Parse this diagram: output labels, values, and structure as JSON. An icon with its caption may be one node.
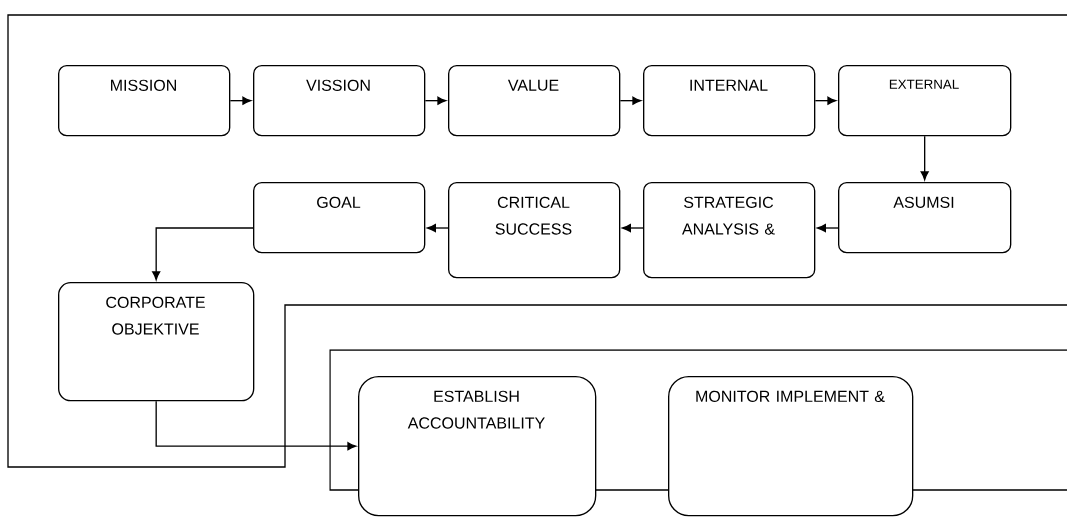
{
  "diagram": {
    "nodes": [
      {
        "text": [
          "MISSION"
        ]
      },
      {
        "text": [
          "VISSION"
        ]
      },
      {
        "text": [
          "VALUE"
        ]
      },
      {
        "text": [
          "INTERNAL"
        ]
      },
      {
        "text": [
          "EXTERNAL"
        ]
      },
      {
        "text": [
          "ASUMSI"
        ]
      },
      {
        "text": [
          "STRATEGIC ANALYSIS &"
        ]
      },
      {
        "text": [
          "CRITICAL SUCCESS"
        ]
      },
      {
        "text": [
          "GOAL"
        ]
      },
      {
        "text": [
          "CORPORATE OBJEKTIVE"
        ]
      },
      {
        "text": [
          "ESTABLISH ACCOUNTABILITY"
        ]
      },
      {
        "text": [
          "MONITOR IMPLEMENT &"
        ]
      }
    ],
    "edges": [
      {
        "from": 0,
        "to": 1,
        "arrow": "to"
      },
      {
        "from": 1,
        "to": 2,
        "arrow": "to"
      },
      {
        "from": 2,
        "to": 3,
        "arrow": "to"
      },
      {
        "from": 3,
        "to": 4,
        "arrow": "to"
      },
      {
        "from": 4,
        "to": 5,
        "arrow": "to"
      },
      {
        "from": 5,
        "to": 6,
        "arrow": "to"
      },
      {
        "from": 6,
        "to": 7,
        "arrow": "to"
      },
      {
        "from": 7,
        "to": 8,
        "arrow": "to"
      },
      {
        "from": 8,
        "to": 9,
        "arrow": "to"
      },
      {
        "from": 9,
        "to": 10,
        "arrow": "to"
      }
    ]
  }
}
